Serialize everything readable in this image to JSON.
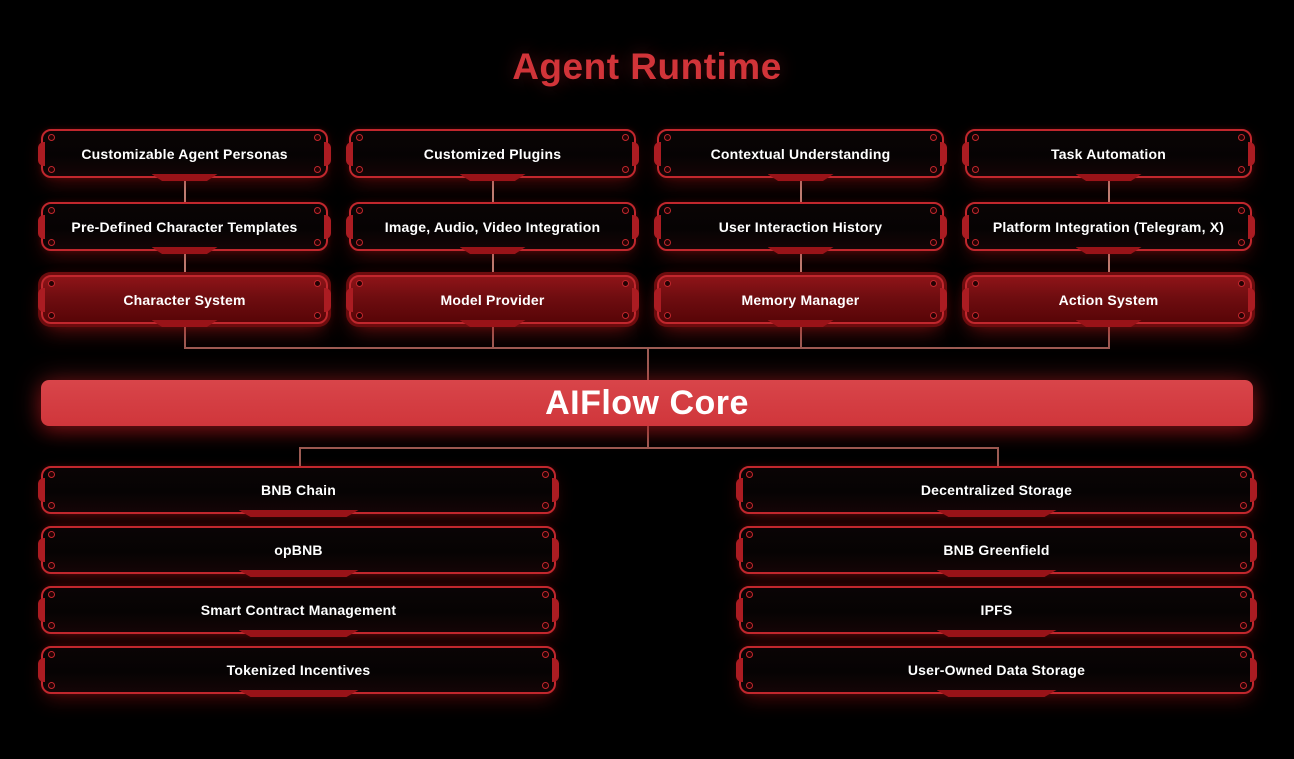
{
  "page": {
    "title": "Agent Runtime"
  },
  "colors": {
    "background": "#000000",
    "accent_red": "#d13439",
    "border_red": "#c1272d",
    "dark_node_fill": "#6f0d10",
    "core_bar_red": "#d0363b",
    "connector_line": "#a8655c",
    "text": "#ffffff"
  },
  "runtime": {
    "columns": [
      {
        "boxes": [
          "Customizable Agent Personas",
          "Pre-Defined Character Templates",
          "Character System"
        ]
      },
      {
        "boxes": [
          "Customized Plugins",
          "Image, Audio, Video Integration",
          "Model Provider"
        ]
      },
      {
        "boxes": [
          "Contextual Understanding",
          "User Interaction History",
          "Memory Manager"
        ]
      },
      {
        "boxes": [
          "Task Automation",
          "Platform Integration (Telegram, X)",
          "Action System"
        ]
      }
    ]
  },
  "core": {
    "label": "AIFlow Core"
  },
  "infrastructure": {
    "left_column": {
      "boxes": [
        "BNB Chain",
        "opBNB",
        "Smart Contract Management",
        "Tokenized Incentives"
      ]
    },
    "right_column": {
      "boxes": [
        "Decentralized Storage",
        "BNB Greenfield",
        "IPFS",
        "User-Owned Data Storage"
      ]
    }
  }
}
